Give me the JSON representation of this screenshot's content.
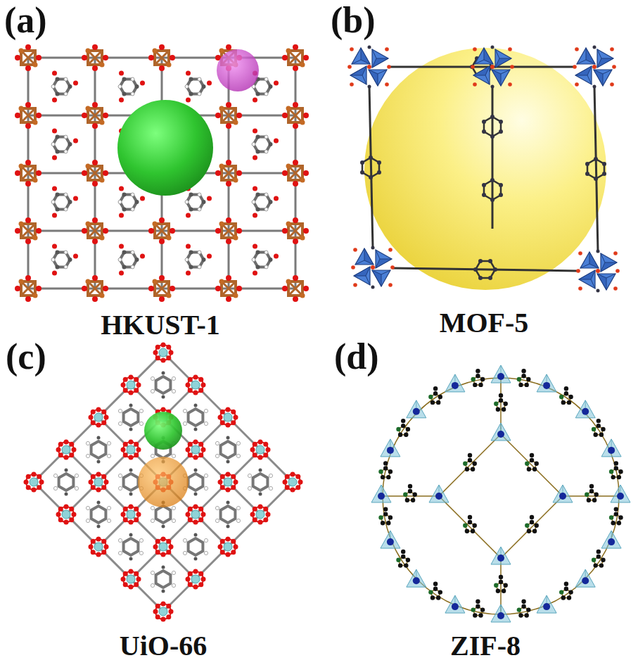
{
  "diagram": {
    "labels": [
      "(a)",
      "HKUST-1",
      "(b)",
      "MOF-5",
      "(c)",
      "UiO-66",
      "(d)",
      "ZIF-8"
    ]
  }
}
